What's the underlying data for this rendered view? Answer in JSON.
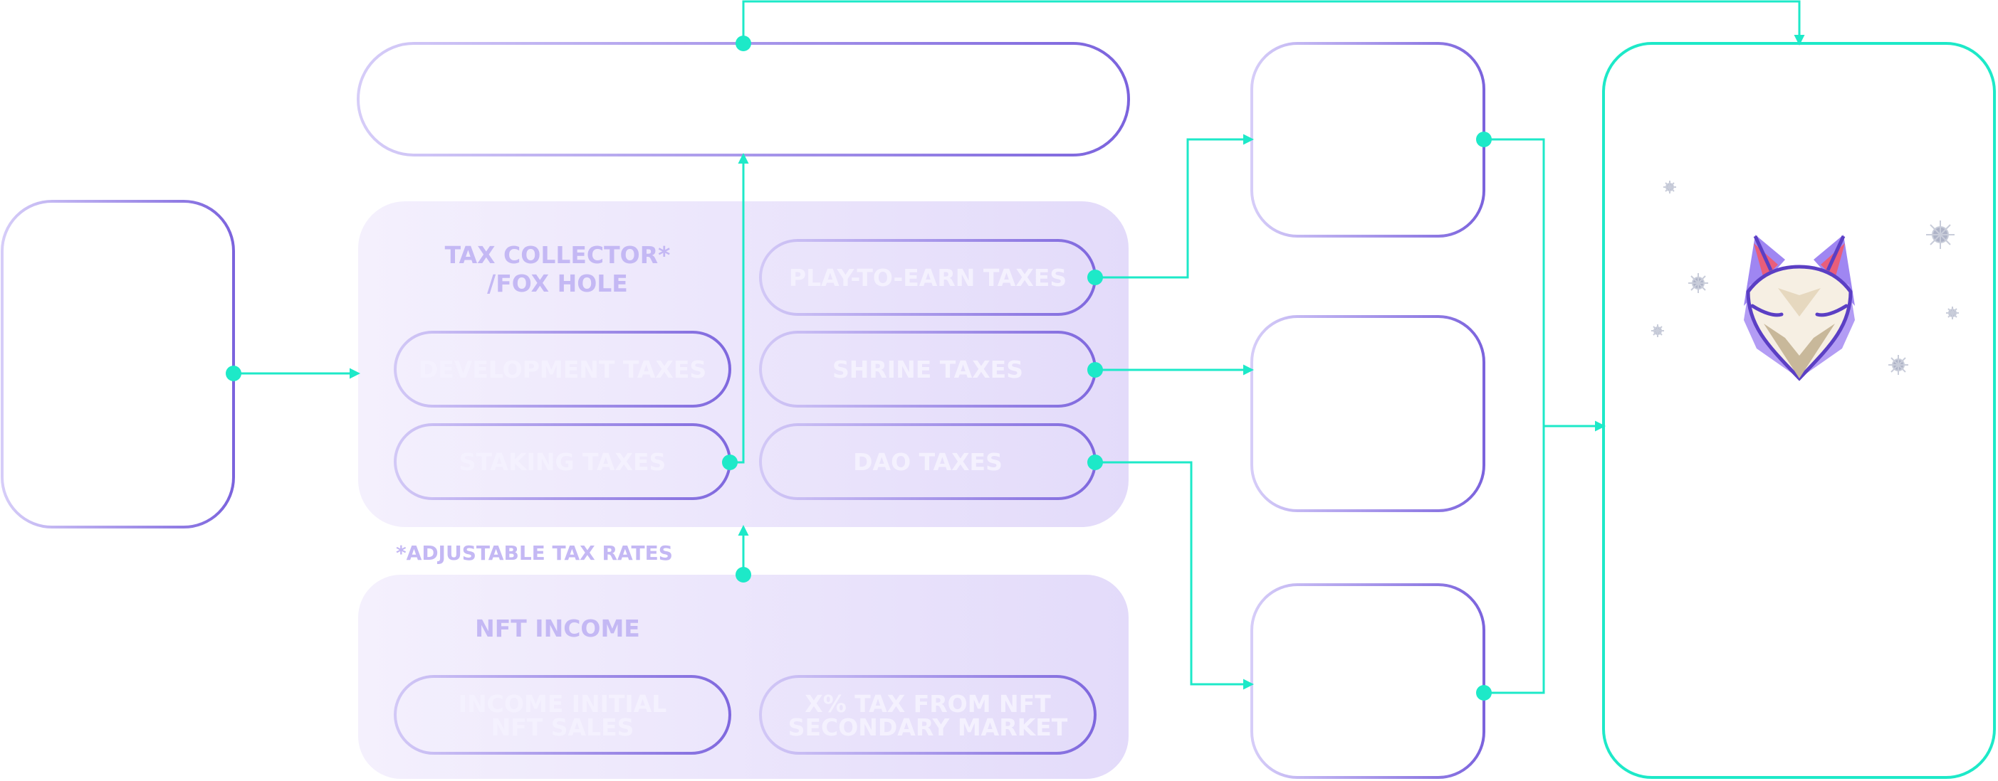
{
  "tax_collector": {
    "title_line1": "TAX COLLECTOR*",
    "title_line2": "/FOX HOLE",
    "pills": {
      "play_to_earn": "PLAY-TO-EARN TAXES",
      "development": "DEVELOPMENT TAXES",
      "shrine": "SHRINE TAXES",
      "staking": "STAKING TAXES",
      "dao": "DAO TAXES"
    }
  },
  "note": "*ADJUSTABLE TAX RATES",
  "nft_income": {
    "title": "NFT INCOME",
    "pills": {
      "initial_line1": "INCOME INITIAL",
      "initial_line2": "NFT SALES",
      "secondary_line1": "X% TAX FROM NFT",
      "secondary_line2": "SECONDARY MARKET"
    }
  },
  "colors": {
    "connector": "#1de9c8",
    "outline_light": "#cfc5f7",
    "outline_dark": "#7b63dd",
    "panel_fill_start": "#f3effd",
    "panel_fill_end": "#e4dcfa",
    "pill_text": "#f4f1fe",
    "heading_text": "#c4b8f4",
    "fox_outline": "#5b3fc4",
    "fox_face": "#f6efe3",
    "fox_ear": "#e95e7a"
  },
  "icons": {
    "mascot": "fox-mascot-icon",
    "sparkle": "sparkle-icon"
  }
}
